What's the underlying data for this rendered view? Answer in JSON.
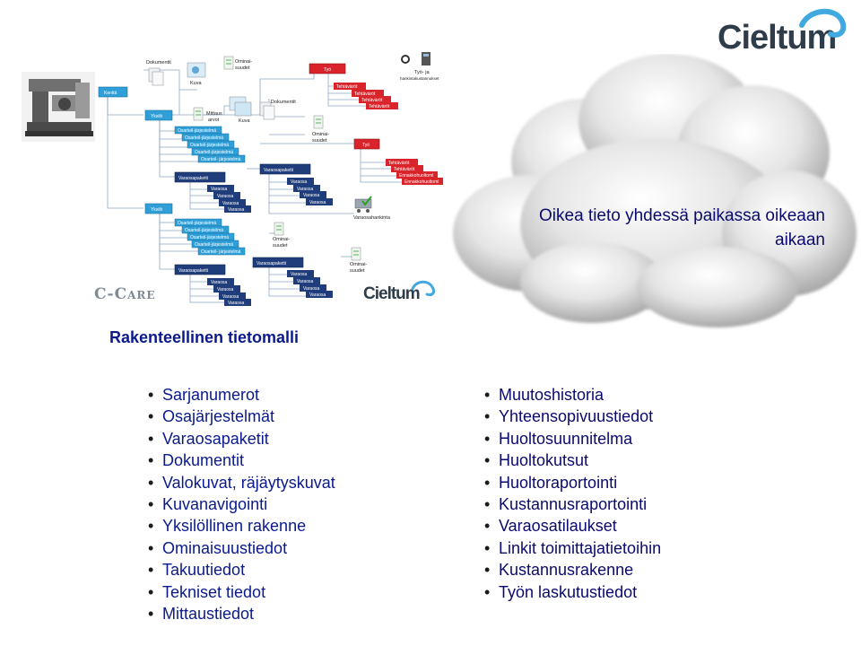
{
  "brand": {
    "logo_text": "Cieltum",
    "product_mark": "C-Care"
  },
  "cloud": {
    "line1": "Oikea tieto yhdessä paikassa oikeaan",
    "line2": "aikaan"
  },
  "section_title": "Rakenteellinen tietomalli",
  "left_list": [
    "Sarjanumerot",
    "Osajärjestelmät",
    "Varaosapaketit",
    "Dokumentit",
    "Valokuvat, räjäytyskuvat",
    "Kuvanavigointi",
    "Yksilöllinen rakenne",
    "Ominaisuustiedot",
    "Takuutiedot",
    "Tekniset tiedot",
    "Mittaustiedot"
  ],
  "right_list": [
    "Muutoshistoria",
    "Yhteensopivuustiedot",
    "Huoltosuunnitelma",
    "Huoltokutsut",
    "Huoltoraportointi",
    "Kustannusraportointi",
    "Varaosatilaukset",
    "Linkit toimittajatietoihin",
    "Kustannusrakenne",
    "Työn laskutustiedot"
  ],
  "diagram": {
    "root": "Kenttä",
    "unit1": "Yksilö",
    "unit2": "Yksilö",
    "docs": "Dokumentit",
    "image": "Kuva",
    "properties_top": "Ominai-\nsuudet",
    "measure": "Mittaus\narvot",
    "image2": "Kuva",
    "docs2": "Dokumentit",
    "properties_mid": "Ominai-\nsuudet",
    "work": "Työ",
    "work_items": [
      "Tehtäväröt",
      "Tehtäväröt",
      "Tehtäväröt",
      "Tehtäväröt"
    ],
    "work_time": "Työ- ja\nhankintakustannukset",
    "work2": "Työ",
    "work2_items": [
      "Tehtäväröt",
      "Tehtäväröt",
      "Ennakkohuoltoml",
      "Ennakkohuoltoml"
    ],
    "subsystems": [
      "Osarteil-järjestelmä",
      "Osarteil-järjestelmä",
      "Osarteil-järjestelmä",
      "Osarteil-järjestelmä",
      "Osarteil- järjestelmä"
    ],
    "subsystems2": [
      "Osarteil-järjestelmä",
      "Osarteil-järjestelmä",
      "Osarteil-järjestelmä",
      "Osarteil-järjestelmä",
      "Osarteil- järjestelmä"
    ],
    "spare_pkg": "Varaosapaketti",
    "spare_pkg2": "Varaosapaketti",
    "spare_pkg3": "Varaosapaketti",
    "spare_pkg4": "Varaosapaketti",
    "spare_parts": [
      "Varaosa",
      "Varaosa",
      "Varaosa",
      "Varaosa"
    ],
    "spare_parts2": [
      "Varaosa",
      "Varaosa",
      "Varaosa",
      "Varaosa"
    ],
    "spare_parts3": [
      "Varaosa",
      "Varaosa",
      "Varaosa",
      "Varaosa"
    ],
    "spare_parts4": [
      "Varaosa",
      "Varaosa",
      "Varaosa",
      "Varaosa"
    ],
    "spare_order": "Varaosahankinta",
    "properties_low": "Ominai-\nsuudet",
    "properties_low2": "Ominai-\nsuudet"
  }
}
